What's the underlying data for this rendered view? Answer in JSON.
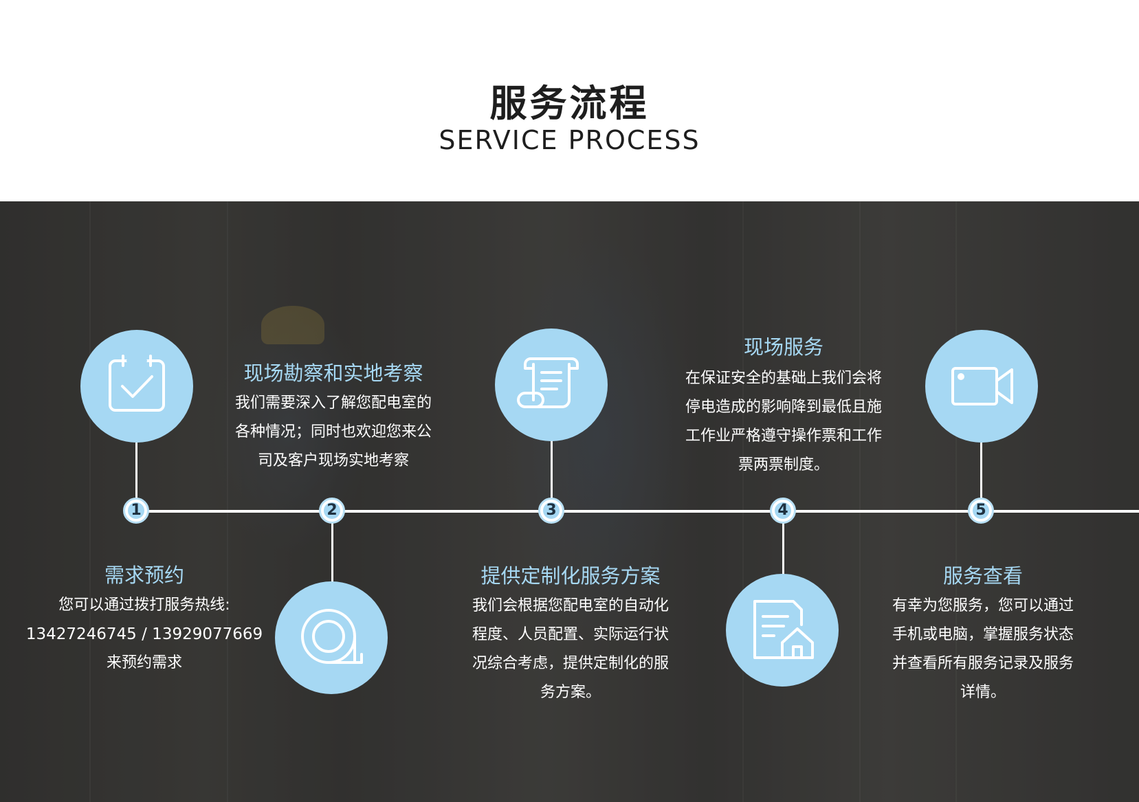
{
  "header": {
    "title": "服务流程",
    "subtitle": "SERVICE PROCESS"
  },
  "colors": {
    "accent": "#a6d8f3",
    "title": "#1e1e1e",
    "text_on_photo": "#ffffff"
  },
  "steps": [
    {
      "number": "1",
      "title": "需求预约",
      "icon": "calendar-check-icon",
      "desc": [
        "您可以通过拨打服务热线:",
        "13427246745 / 13929077669",
        "来预约需求"
      ]
    },
    {
      "number": "2",
      "title": "现场勘察和实地考察",
      "icon": "tape-measure-icon",
      "desc": [
        "我们需要深入了解您配电室的",
        "各种情况；同时也欢迎您来公",
        "司及客户现场实地考察"
      ]
    },
    {
      "number": "3",
      "title": "提供定制化服务方案",
      "icon": "scroll-document-icon",
      "desc": [
        "我们会根据您配电室的自动化",
        "程度、人员配置、实际运行状",
        "况综合考虑，提供定制化的服",
        "务方案。"
      ]
    },
    {
      "number": "4",
      "title": "现场服务",
      "icon": "document-house-icon",
      "desc": [
        "在保证安全的基础上我们会将",
        "停电造成的影响降到最低且施",
        "工作业严格遵守操作票和工作",
        "票两票制度。"
      ]
    },
    {
      "number": "5",
      "title": "服务查看",
      "icon": "video-camera-icon",
      "desc": [
        "有幸为您服务，您可以通过",
        "手机或电脑，掌握服务状态",
        "并查看所有服务记录及服务",
        "详情。"
      ]
    }
  ]
}
